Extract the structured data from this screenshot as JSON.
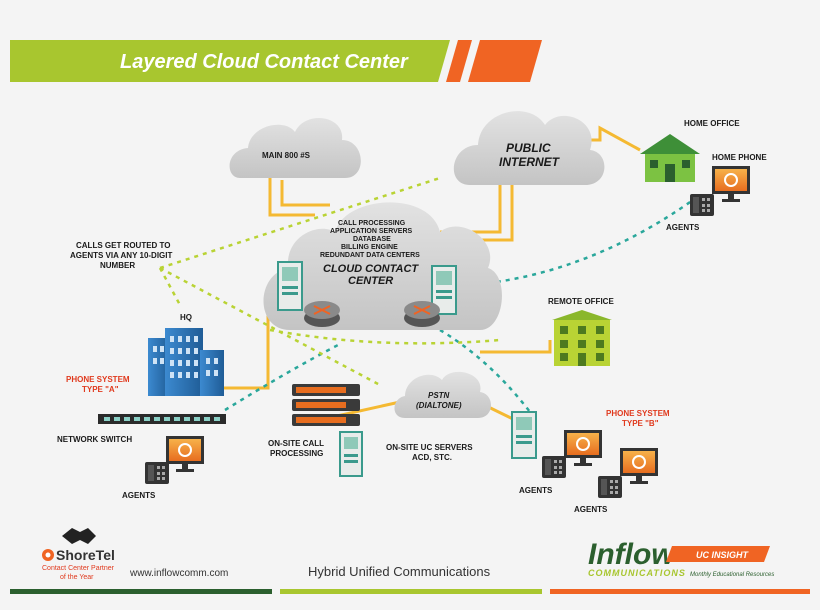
{
  "title": "Layered Cloud Contact Center",
  "clouds": {
    "main800": "MAIN 800 #S",
    "public_internet": [
      "PUBLIC",
      "INTERNET"
    ],
    "cloud_center_services": [
      "CALL PROCESSING",
      "APPLICATION SERVERS",
      "DATABASE",
      "BILLING ENGINE",
      "REDUNDANT DATA CENTERS"
    ],
    "cloud_center_name": [
      "CLOUD CONTACT",
      "CENTER"
    ],
    "pstn": [
      "PSTN",
      "(DIALTONE)"
    ]
  },
  "labels": {
    "routing_note": [
      "CALLS GET ROUTED TO",
      "AGENTS VIA ANY 10-DIGIT",
      "NUMBER"
    ],
    "hq": "HQ",
    "phone_system_a": [
      "PHONE SYSTEM",
      "TYPE \"A\""
    ],
    "network_switch": "NETWORK SWITCH",
    "agents_hq": "AGENTS",
    "onsite_call_processing": [
      "ON-SITE CALL",
      "PROCESSING"
    ],
    "onsite_uc_servers": [
      "ON-SITE UC SERVERS",
      "ACD, STC."
    ],
    "home_office": "HOME OFFICE",
    "home_phone": "HOME PHONE",
    "agents_home": "AGENTS",
    "remote_office": "REMOTE OFFICE",
    "phone_system_b": [
      "PHONE SYSTEM",
      "TYPE \"B\""
    ],
    "agents_b1": "AGENTS",
    "agents_b2": "AGENTS"
  },
  "footer": {
    "shoretel_logo": "ShoreTel",
    "shoretel_award": [
      "Contact Center Partner",
      "of the Year"
    ],
    "website": "www.inflowcomm.com",
    "tagline": "Hybrid Unified Communications",
    "inflow_logo": "Inflow",
    "uc_insight": "UC INSIGHT",
    "communications": "COMMUNICATIONS",
    "educational": "Monthly Educational Resources"
  },
  "colors": {
    "accent_green": "#a8c62f",
    "accent_orange": "#f06423",
    "line_yellow": "#f4b932",
    "line_teal": "#2aa79b",
    "line_lime": "#b9d334",
    "server_teal": "#3a9a8c",
    "building_blue": "#2f77b8",
    "dark_green": "#2b5f2e"
  },
  "icons": [
    "handshake-icon",
    "shoretel-swirl-icon",
    "desktop-monitor-icon",
    "desk-phone-icon",
    "server-tower-icon",
    "router-icon",
    "house-icon",
    "office-building-icon",
    "skyscraper-icon",
    "network-switch-icon",
    "rack-server-icon"
  ]
}
